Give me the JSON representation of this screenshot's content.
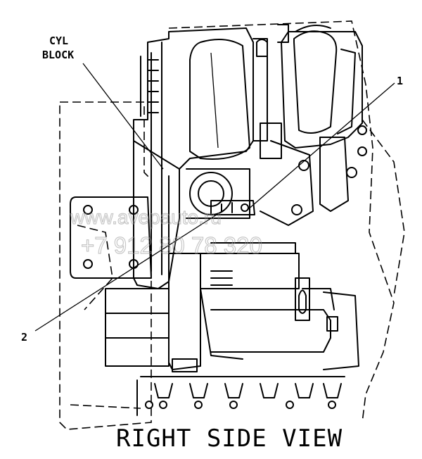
{
  "labels": {
    "cyl_block_line1": "CYL",
    "cyl_block_line2": "BLOCK",
    "callout_1": "1",
    "callout_2": "2",
    "view_title": "RIGHT SIDE VIEW"
  },
  "watermark": {
    "line1": "www.avepauto.ru",
    "line2": "+7 912 80 78 320"
  },
  "colors": {
    "ink": "#000000",
    "paper": "#ffffff",
    "watermark": "#9a9a9a"
  }
}
